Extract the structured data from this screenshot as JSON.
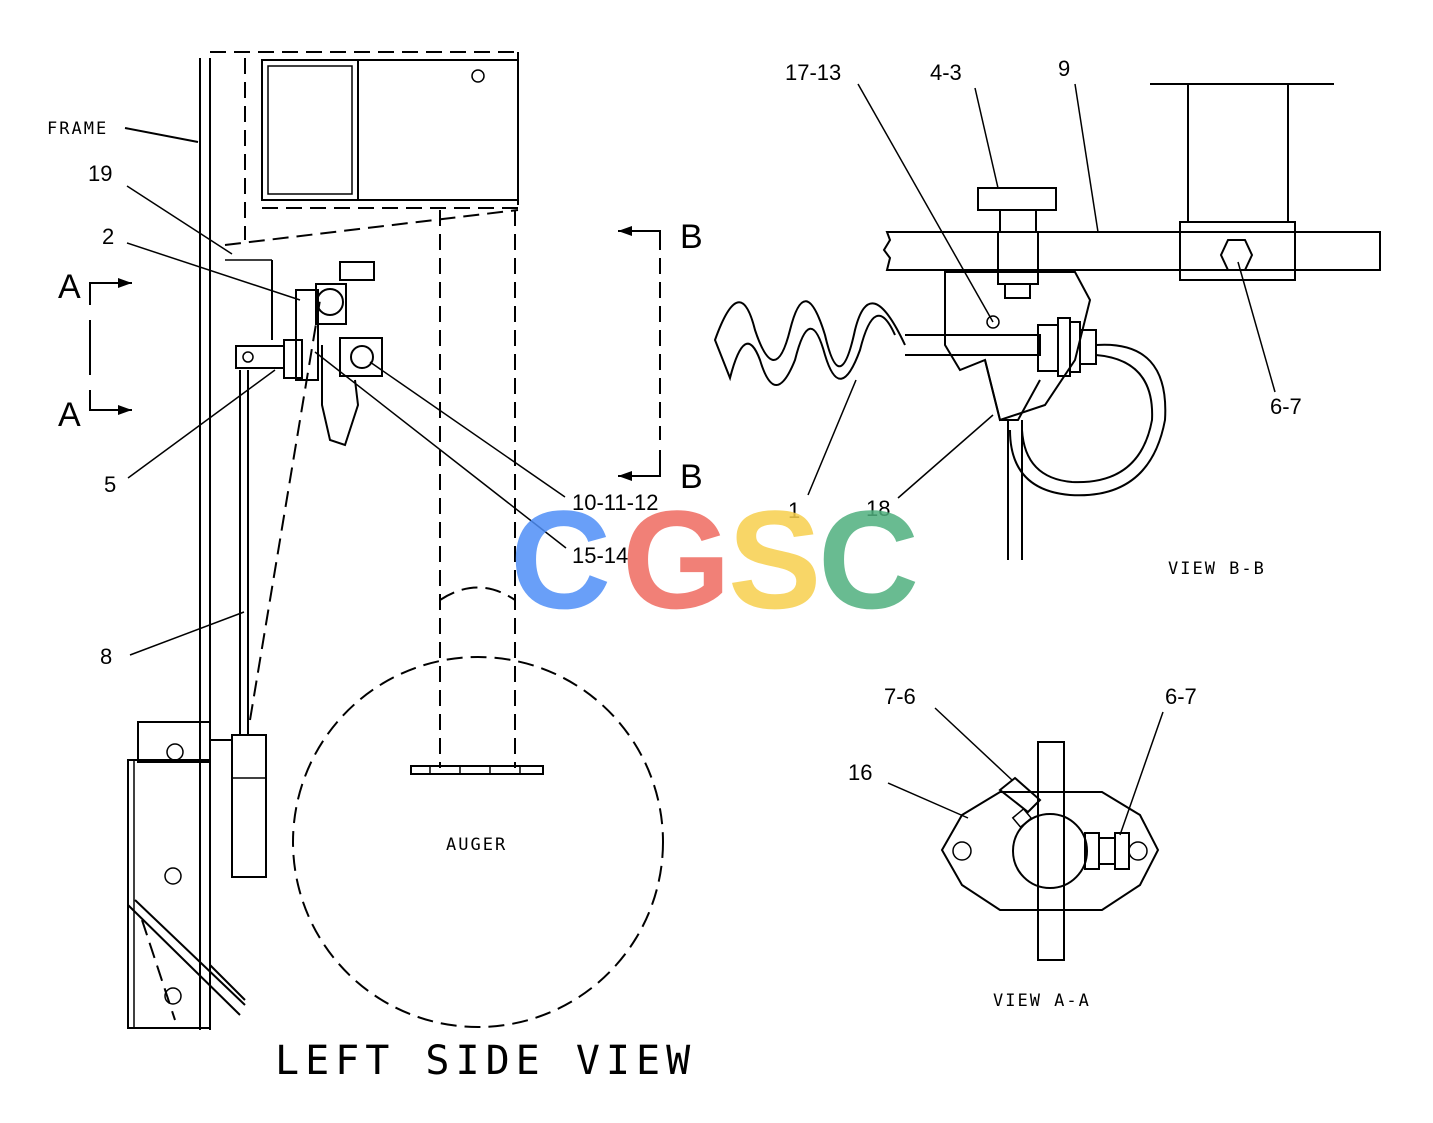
{
  "watermark": {
    "letters": [
      "C",
      "G",
      "S",
      "C"
    ],
    "colors": [
      "#4f8ff7",
      "#ef6b60",
      "#f7d04d",
      "#4fb07e"
    ]
  },
  "left_view": {
    "title": "LEFT SIDE VIEW",
    "frame_label": "FRAME",
    "auger_label": "AUGER",
    "section_a_top": "A",
    "section_a_bottom": "A",
    "section_b_top": "B",
    "section_b_bottom": "B",
    "callouts": {
      "c19": "19",
      "c2": "2",
      "c5": "5",
      "c8": "8",
      "c10": "10-11-12",
      "c15": "15-14"
    }
  },
  "view_bb": {
    "title": "VIEW B-B",
    "callouts": {
      "c17": "17-13",
      "c4": "4-3",
      "c9": "9",
      "c6": "6-7",
      "c1": "1",
      "c18": "18"
    }
  },
  "view_aa": {
    "title": "VIEW A-A",
    "callouts": {
      "c7": "7-6",
      "c6": "6-7",
      "c16": "16"
    }
  }
}
